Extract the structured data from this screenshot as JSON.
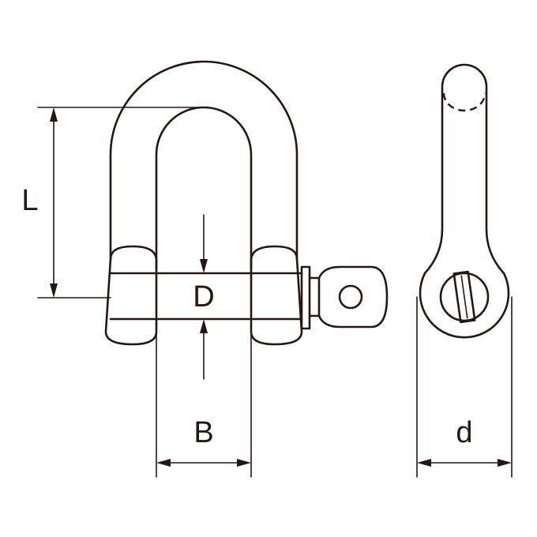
{
  "dimensions": {
    "L": "L",
    "D": "D",
    "B": "B",
    "d": "d"
  },
  "colors": {
    "line": "#231815",
    "background": "#ffffff"
  }
}
